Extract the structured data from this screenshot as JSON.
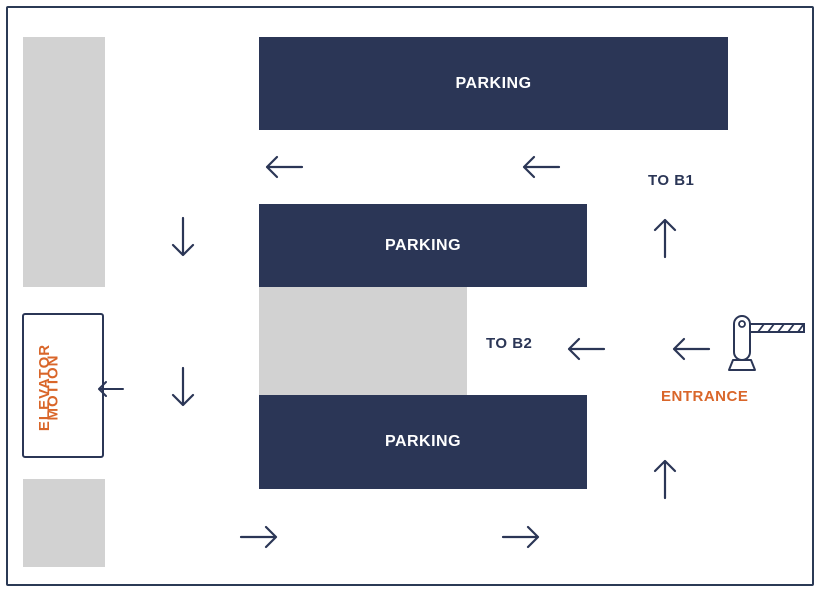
{
  "colors": {
    "navy": "#2b3656",
    "orange": "#d9662a",
    "gray": "#d2d2d2"
  },
  "lots": {
    "top": "PARKING",
    "middle": "PARKING",
    "bottom": "PARKING"
  },
  "labels": {
    "to_b1": "TO B1",
    "to_b2": "TO B2",
    "entrance": "ENTRANCE"
  },
  "elevator": {
    "line1": "ELEVATOR",
    "line2": "MOTION"
  },
  "icons": {
    "arrow": "arrow-icon",
    "barrier": "barrier-gate-icon"
  }
}
